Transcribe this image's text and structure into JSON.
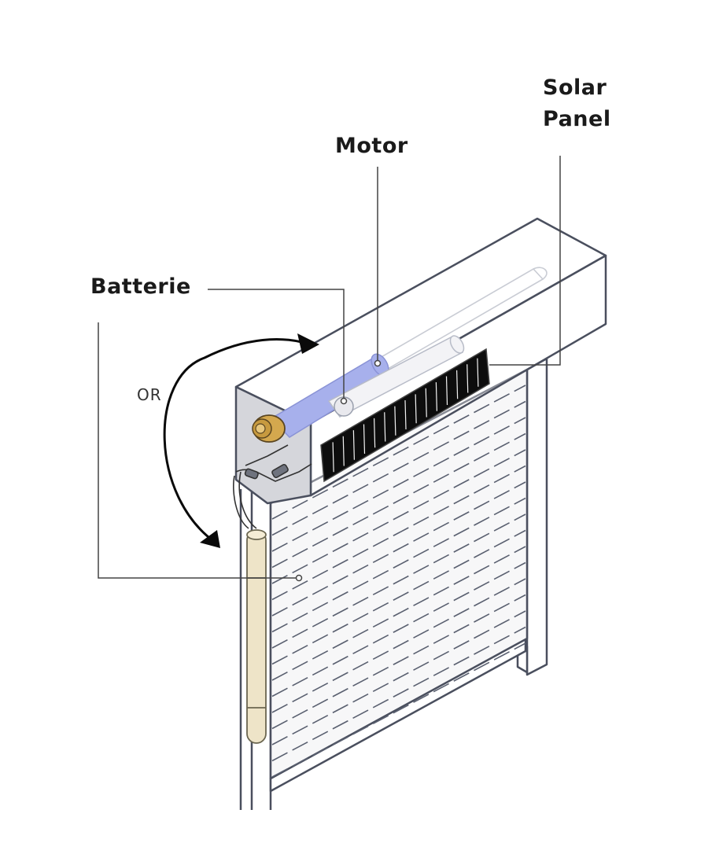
{
  "labels": {
    "solar_line1": "Solar",
    "solar_line2": "Panel",
    "motor": "Motor",
    "batterie": "Batterie",
    "or": "OR"
  },
  "colors": {
    "outline": "#4a4f5e",
    "motor_tube": "#a7b0ec",
    "box_side": "#d5d6db",
    "battery": "#eee4c8",
    "endcap": "#c79a3f",
    "panel": "#111111",
    "arrow": "#0a0a0a",
    "slat_dash": "#5a6070"
  }
}
